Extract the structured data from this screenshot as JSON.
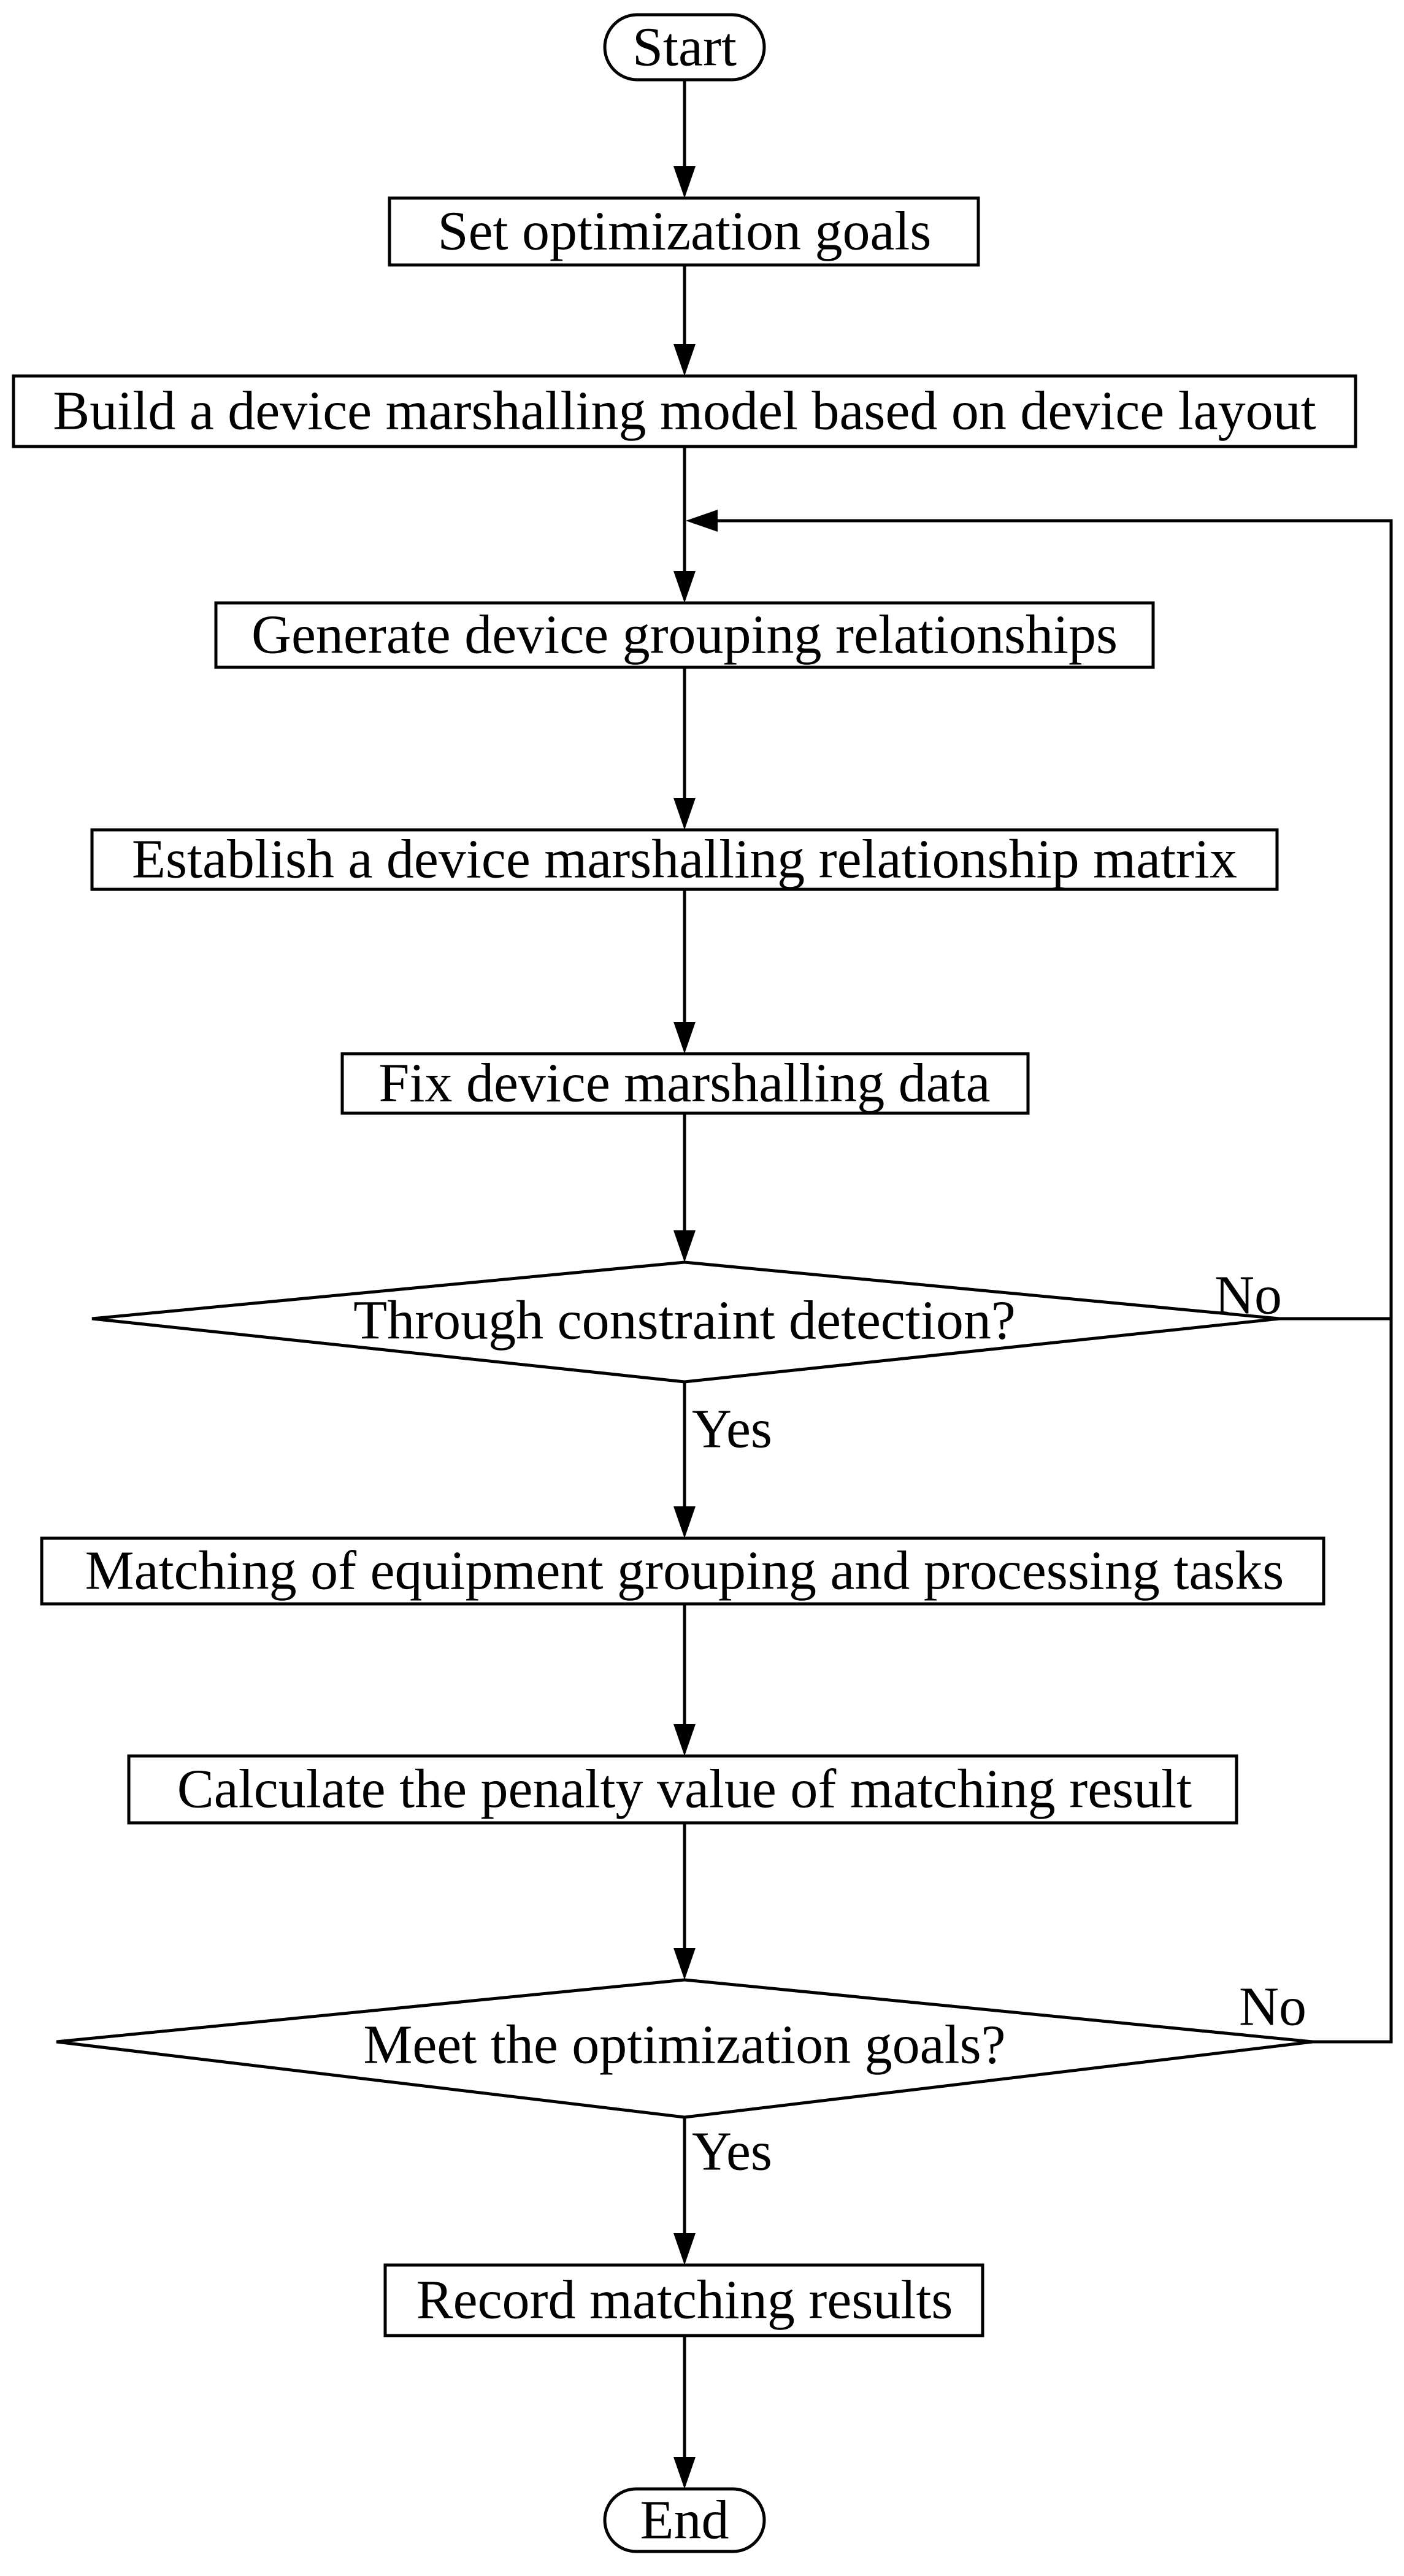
{
  "nodes": {
    "start": "Start",
    "set_goals": "Set optimization goals",
    "build_model": "Build a device marshalling model based on device layout",
    "generate_grouping": "Generate device grouping relationships",
    "establish_matrix": "Establish a device marshalling relationship matrix",
    "fix_data": "Fix device marshalling data",
    "constraint_check": "Through constraint detection?",
    "matching": "Matching of equipment grouping and processing tasks",
    "penalty": "Calculate the penalty value of matching result",
    "goals_check": "Meet the optimization goals?",
    "record": "Record matching results",
    "end": "End"
  },
  "edge_labels": {
    "constraint_no": "No",
    "constraint_yes": "Yes",
    "goals_no": "No",
    "goals_yes": "Yes"
  }
}
